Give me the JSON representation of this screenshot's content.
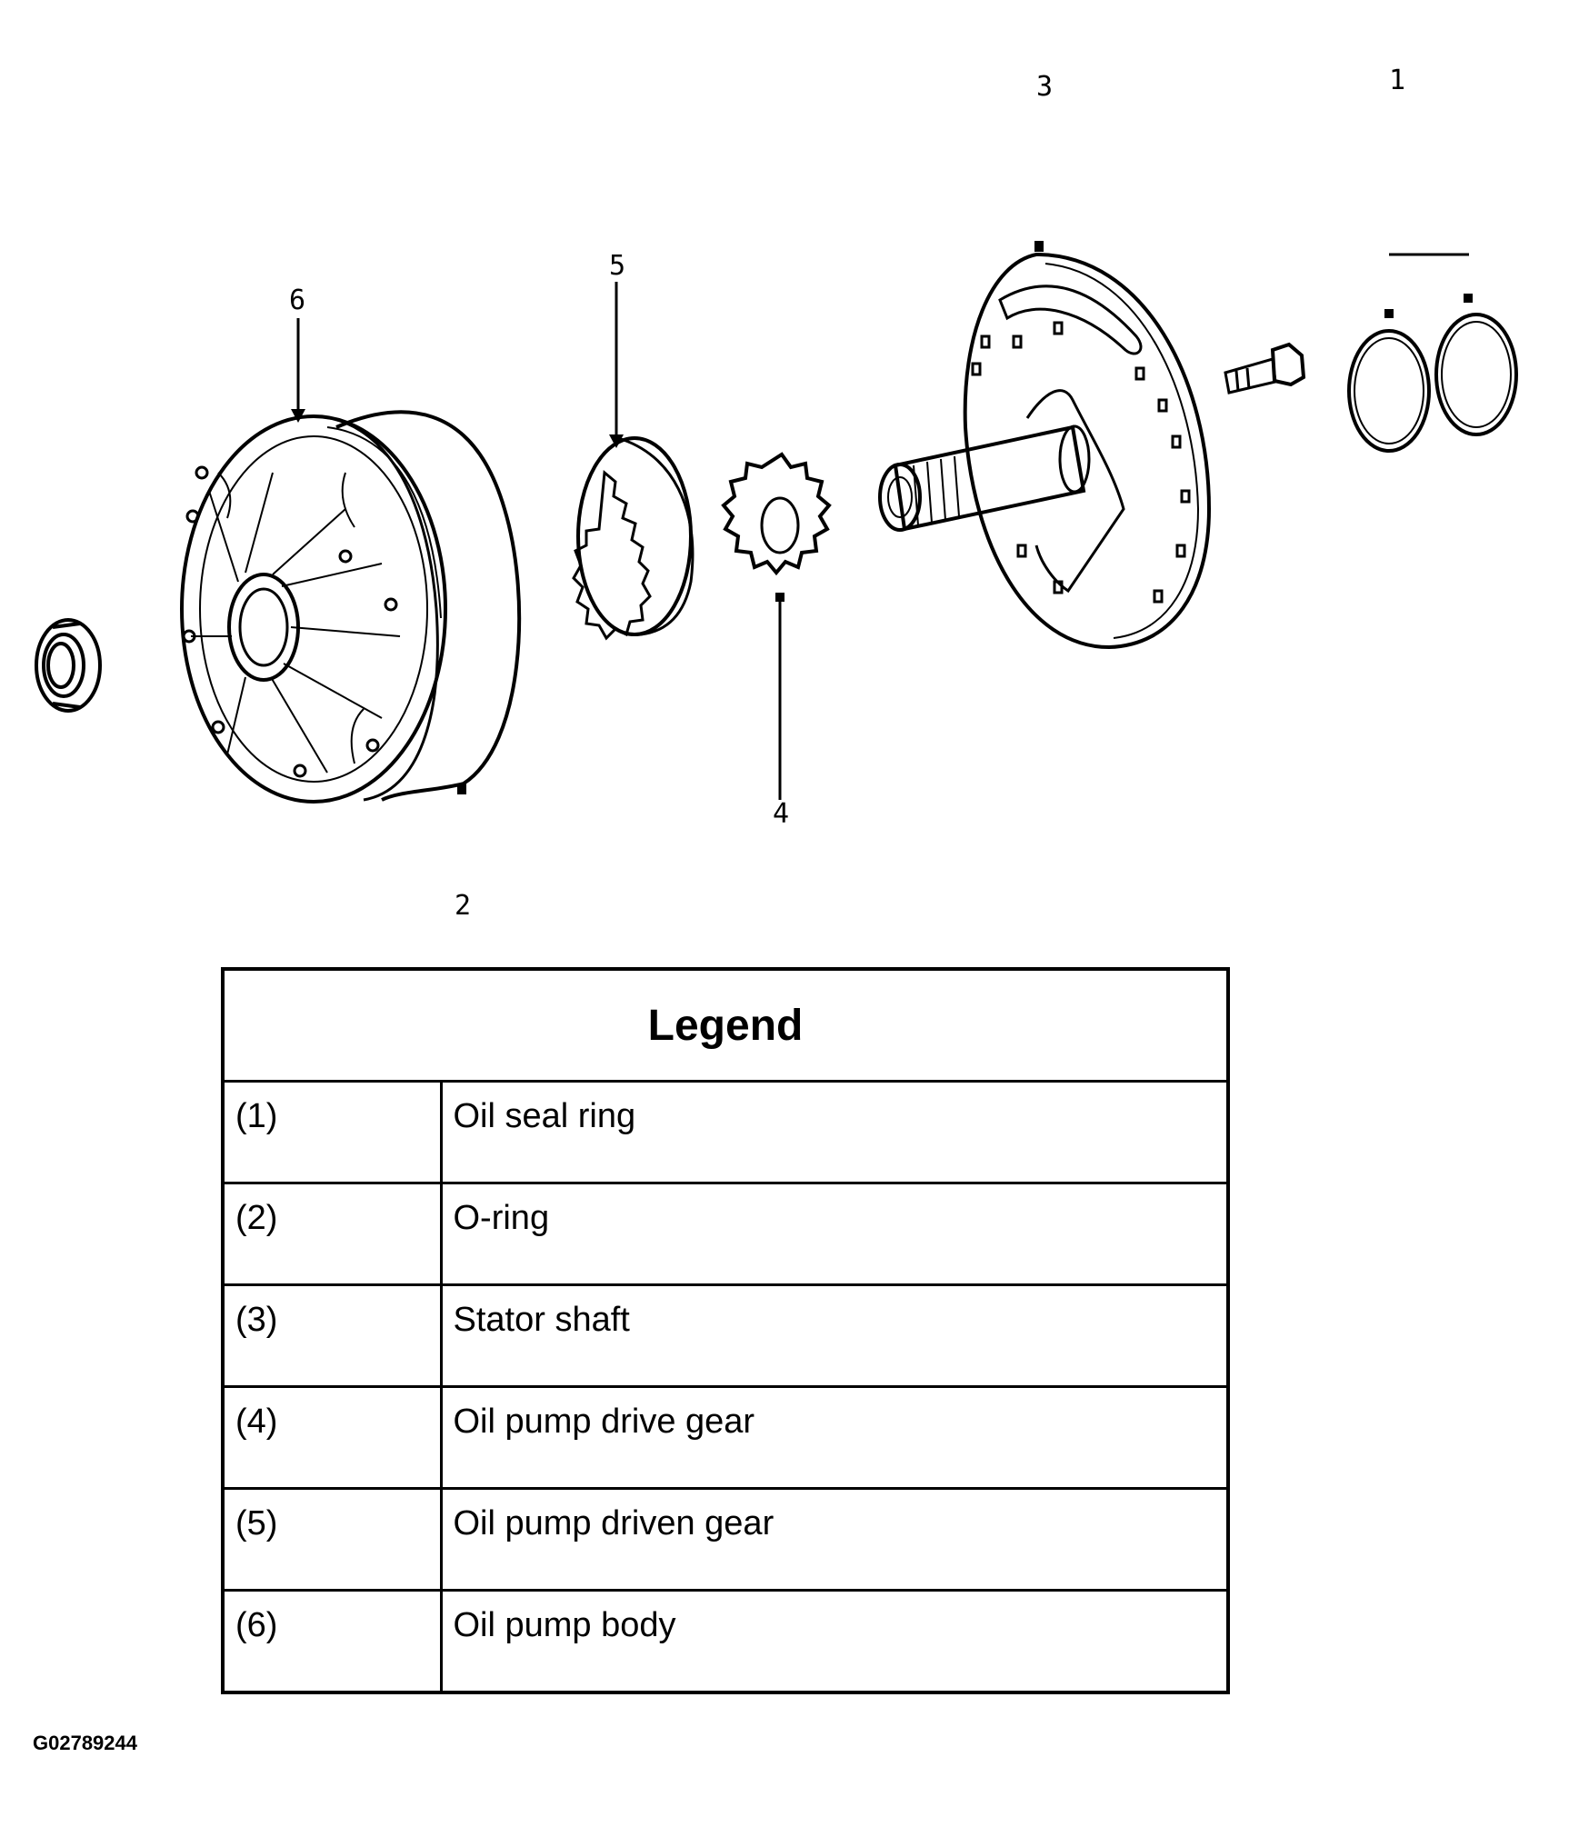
{
  "diagram": {
    "callouts": [
      "3",
      "1",
      "6",
      "5",
      "4",
      "2"
    ]
  },
  "legend": {
    "title": "Legend",
    "rows": [
      {
        "num": "(1)",
        "label": "Oil seal ring"
      },
      {
        "num": "(2)",
        "label": "O-ring"
      },
      {
        "num": "(3)",
        "label": "Stator shaft"
      },
      {
        "num": "(4)",
        "label": "Oil pump drive gear"
      },
      {
        "num": "(5)",
        "label": "Oil pump driven gear"
      },
      {
        "num": "(6)",
        "label": "Oil pump body"
      }
    ]
  },
  "figure_id": "G02789244",
  "colors": {
    "ink": "#000000",
    "background": "#ffffff"
  }
}
